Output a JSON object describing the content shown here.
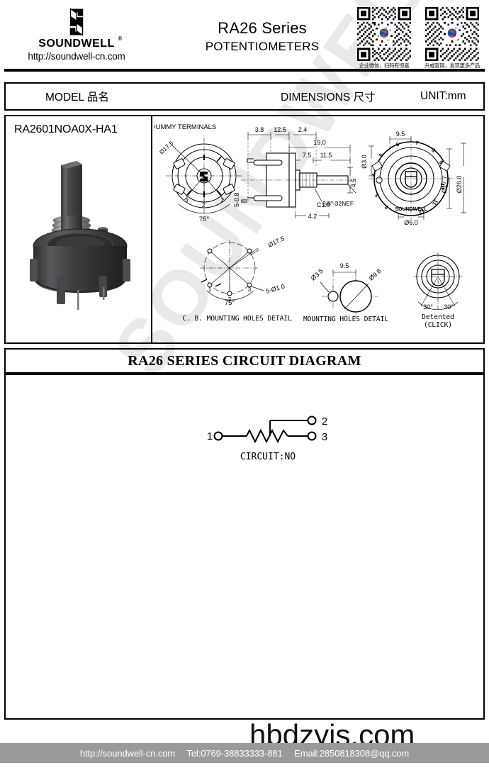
{
  "header": {
    "logo_name": "SOUNDWELL",
    "logo_reg": "®",
    "logo_url": "http://soundwell-cn.com",
    "title_main": "RA26 Series",
    "title_sub": "POTENTIOMETERS",
    "qr_codes": [
      {
        "caption": "企业微信，扫码有惊喜"
      },
      {
        "caption": "升威官网，发现更多产品"
      }
    ]
  },
  "table": {
    "col_model": "MODEL 品名",
    "col_dimensions": "DIMENSIONS 尺寸",
    "col_unit": "UNIT:mm",
    "model_number": "RA2601NOA0X-HA1"
  },
  "drawings": {
    "terminal_view": {
      "title": "DUMMY TERMINALS",
      "dia_label": "Ø17.5",
      "angle": "75°",
      "pins": [
        "3",
        "2",
        "1"
      ]
    },
    "side_view": {
      "dims": [
        "3.8",
        "12.5",
        "2.4",
        "19.0",
        "7.5",
        "11.5",
        "4.5",
        "4.2"
      ],
      "thread": "3/8\"-32NEF",
      "chamfer": "C1.0",
      "terminal_note": "5-0.8"
    },
    "front_view": {
      "dims": [
        "9.5",
        "Ø3.0",
        "Ø17.7",
        "Ø26.0",
        "Ø6.0"
      ],
      "dial_brand": "SOUNDWELL",
      "dial_numbers": [
        "1",
        "2",
        "3",
        "4",
        "5",
        "6",
        "7",
        "8",
        "9",
        "10",
        "11",
        "12"
      ]
    },
    "pcb_detail": {
      "title": "P. C. B. MOUNTING HOLES DETAIL",
      "dia_label": "Ø17.5",
      "hole_label": "5-Ø1.0",
      "angle": "75°",
      "pins": [
        "1",
        "2",
        "3"
      ]
    },
    "mounting_detail": {
      "title": "MOUNTING HOLES DETAIL",
      "dims": [
        "Ø3.5",
        "9.5",
        "Ø9.8"
      ]
    },
    "detent_detail": {
      "angles": [
        "30°",
        "30°"
      ],
      "label_line1": "Detented",
      "label_line2": "(CLICK)"
    }
  },
  "circuit": {
    "title": "RA26 SERIES CIRCUIT DIAGRAM",
    "terminals": [
      "1",
      "2",
      "3"
    ],
    "caption": "CIRCUIT:NO"
  },
  "watermarks": {
    "diagonal": "SOUNDWELL",
    "corner": "hbdzyjs.com"
  },
  "footer": {
    "url": "http://soundwell-cn.com",
    "tel": "Tel:0769-38833333-881",
    "email": "Email:2850818308@qq.com"
  },
  "colors": {
    "ink": "#000000",
    "watermark": "#e9e9e9",
    "footer_bg": "#9a9a9a",
    "product_body": "#3a3a3c",
    "product_metal": "#8e8e90"
  }
}
